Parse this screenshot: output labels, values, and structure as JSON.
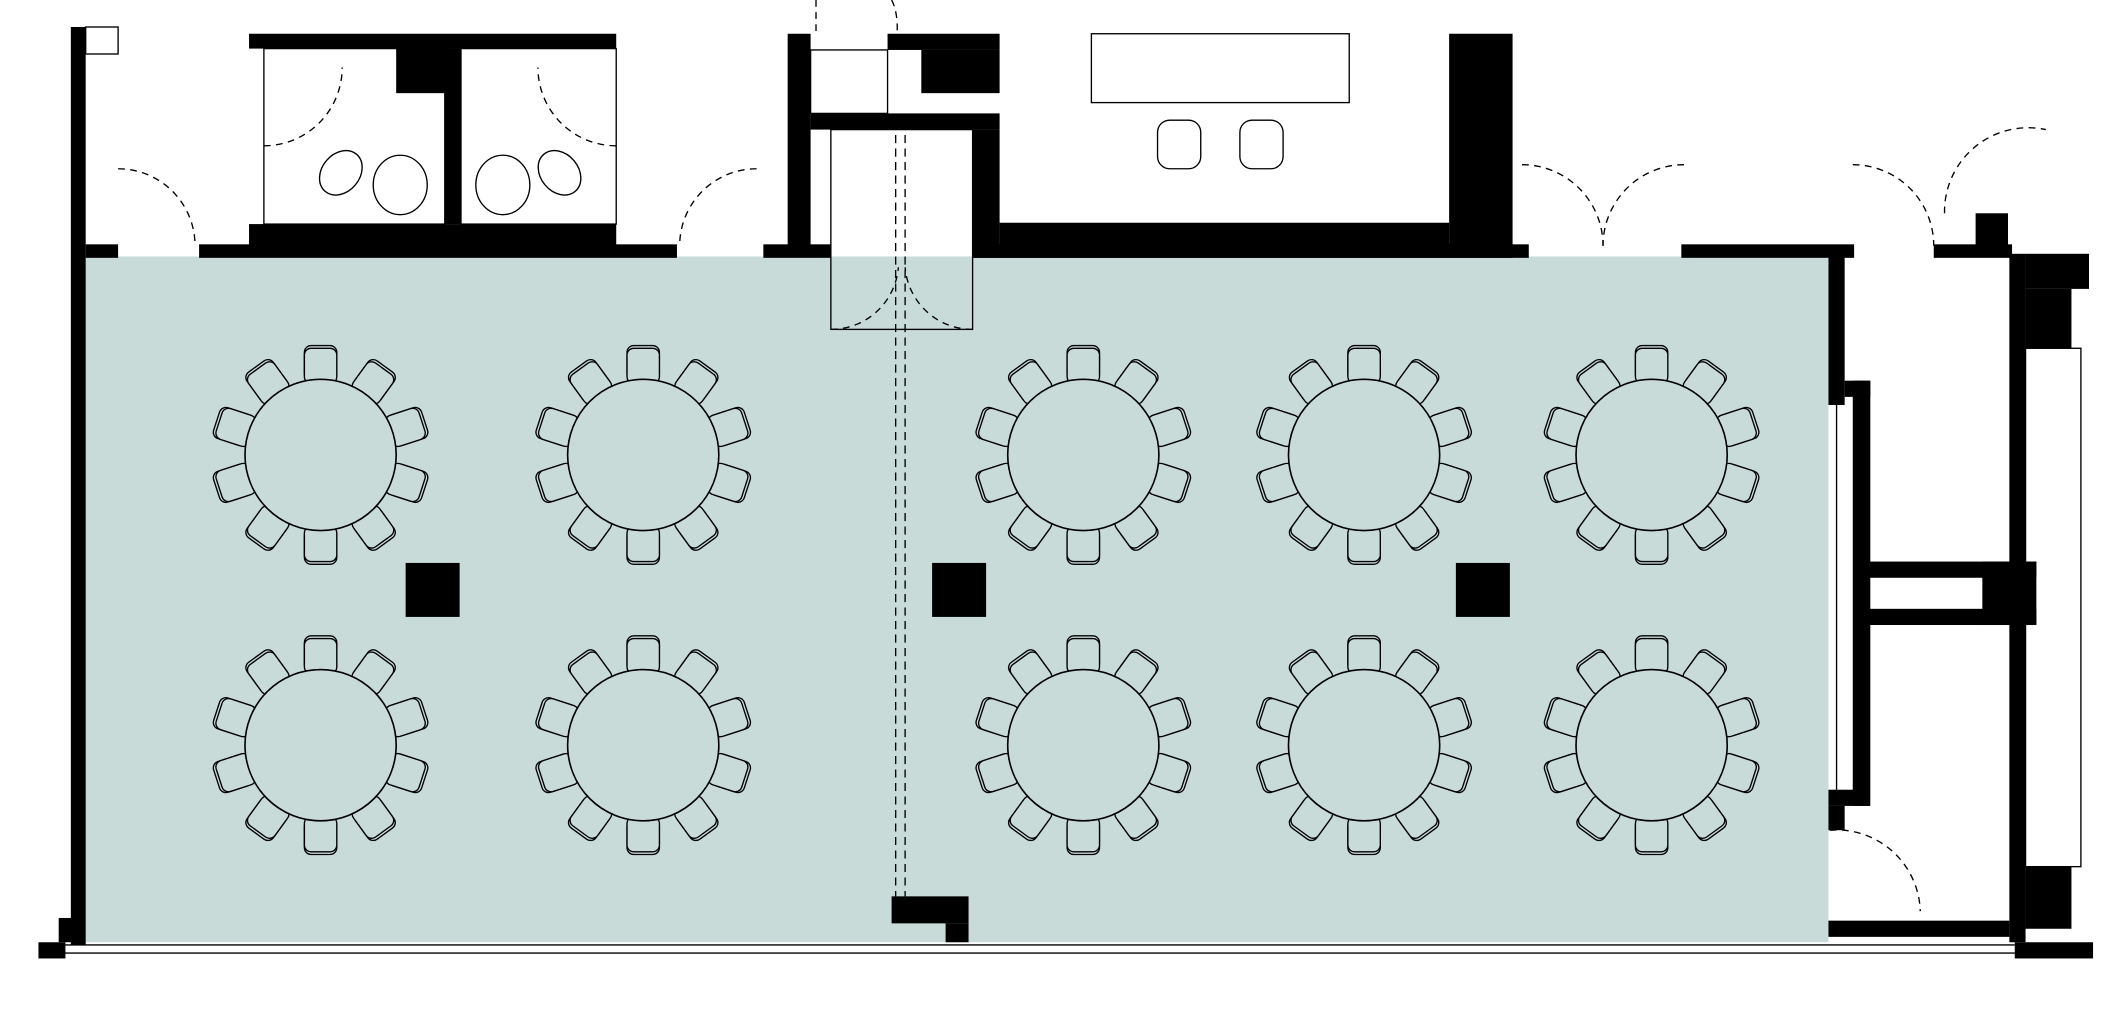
{
  "floor_plan": {
    "room_fill_color": "#c8dbd9",
    "wall_color": "#000000",
    "tables": {
      "count": 10,
      "shape": "round",
      "seats_per_table": 10
    },
    "columns": 3,
    "lounge_chairs": 2,
    "toilets": 2
  }
}
